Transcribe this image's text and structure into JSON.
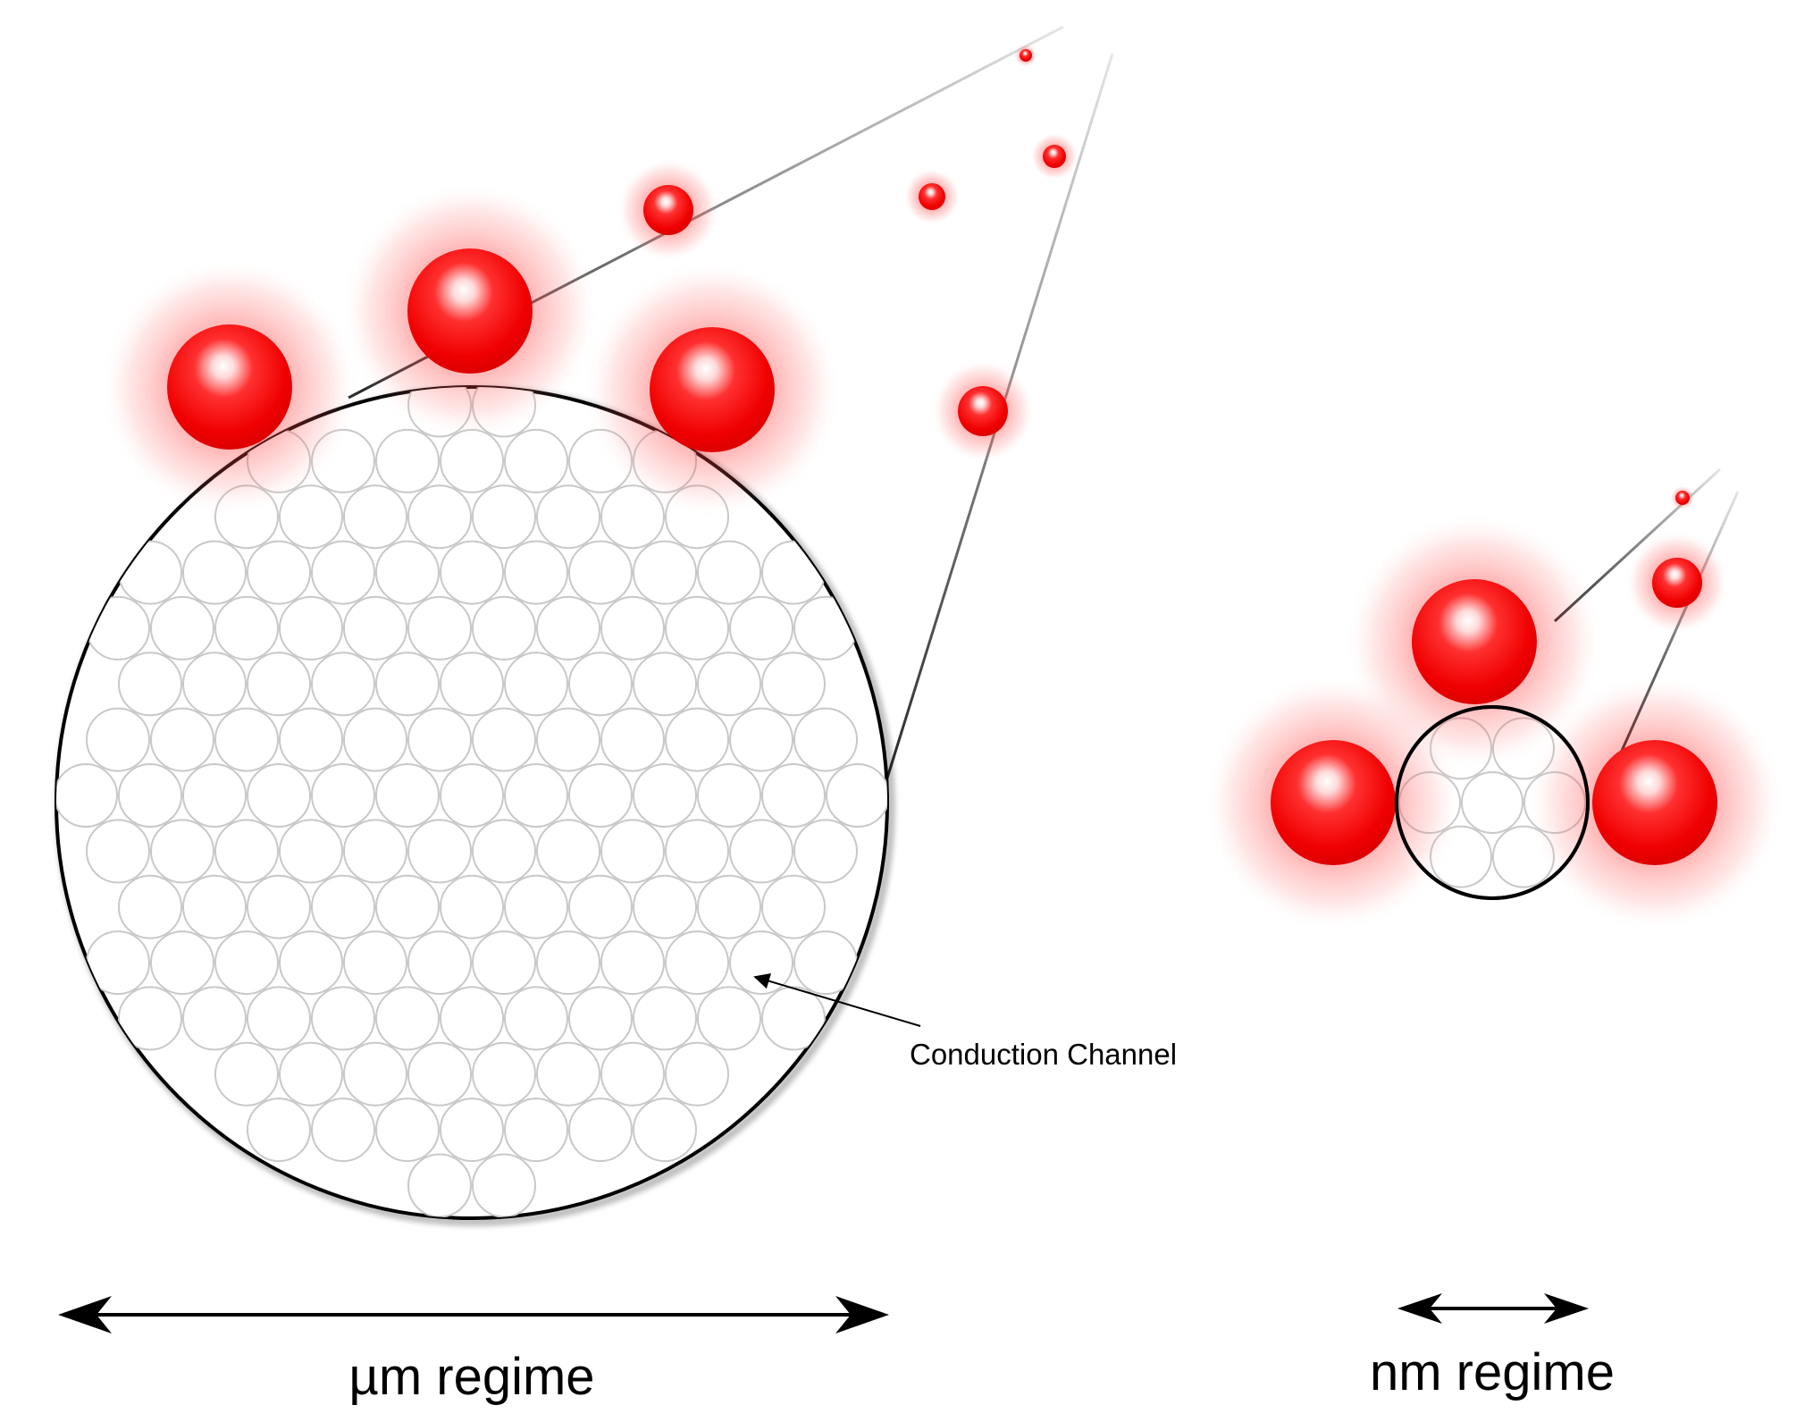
{
  "annotation": {
    "conduction_channel": "Conduction Channel"
  },
  "scale_labels": {
    "micro": "µm regime",
    "nano": "nm regime"
  },
  "colors": {
    "particle": "#ff0000",
    "particle_glow": "#ff3a3a",
    "outline": "#000000",
    "channel_outline": "#c8c8c8"
  }
}
